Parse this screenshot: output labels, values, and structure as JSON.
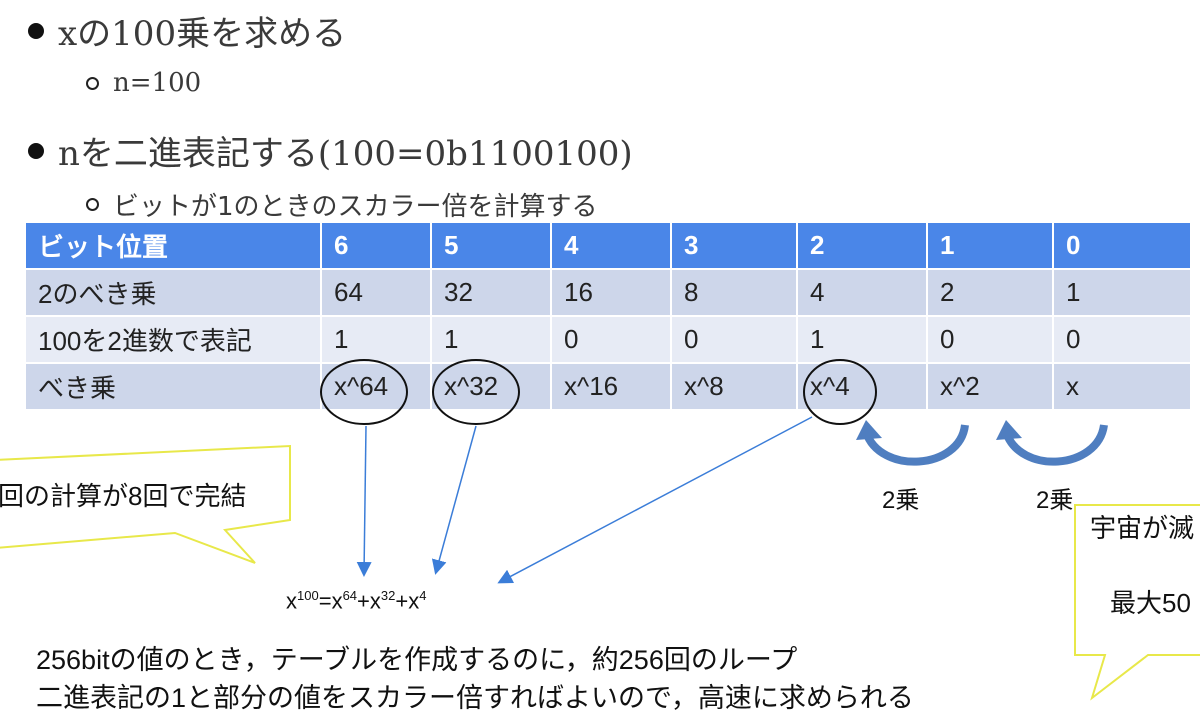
{
  "bullets": [
    {
      "text": "xの100乗を求める"
    },
    {
      "sub": "n=100"
    },
    {
      "text": "nを二進表記する(100=0b1100100)"
    },
    {
      "sub": "ビットが1のときのスカラー倍を計算する"
    }
  ],
  "table": {
    "headers": [
      "ビット位置",
      "6",
      "5",
      "4",
      "3",
      "2",
      "1",
      "0"
    ],
    "rows": [
      [
        "2のべき乗",
        "64",
        "32",
        "16",
        "8",
        "4",
        "2",
        "1"
      ],
      [
        "100を2進数で表記",
        "1",
        "1",
        "0",
        "0",
        "1",
        "0",
        "0"
      ],
      [
        "べき乗",
        "x^64",
        "x^32",
        "x^16",
        "x^8",
        "x^4",
        "x^2",
        "x"
      ]
    ]
  },
  "callout_left": "回の計算が8回で完結",
  "callout_right": {
    "line1": "宇宙が滅",
    "line2": "最大50"
  },
  "square_labels": [
    "2乗",
    "2乗"
  ],
  "formula": {
    "base": "x",
    "exp_100": "100",
    "eq": "=",
    "t1": "x",
    "e1": "64",
    "plus": "+",
    "t2": "x",
    "e2": "32",
    "t3": "x",
    "e3": "4"
  },
  "bottom": [
    "256bitの値のとき，テーブルを作成するのに，約256回のループ",
    "二進表記の1と部分の値をスカラー倍すればよいので，高速に求められる"
  ],
  "colors": {
    "header": "#4a86e8",
    "row_dark": "#cdd6ea",
    "row_light": "#e7ebf5",
    "callout_border": "#e8e84a",
    "arrow": "#3b7dd8",
    "curve": "#5b86c5"
  }
}
